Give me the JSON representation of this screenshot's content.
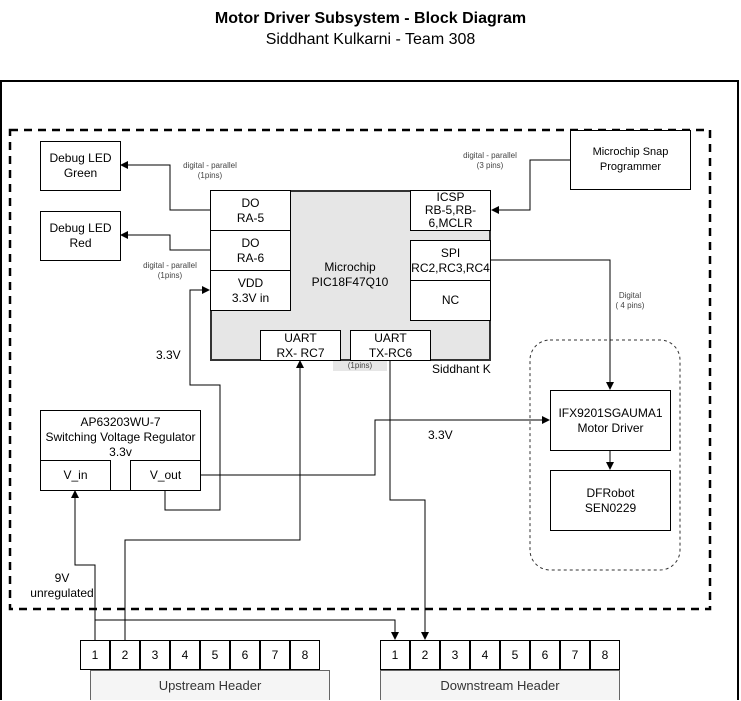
{
  "title": "Motor Driver Subsystem - Block Diagram",
  "subtitle": "Siddhant Kulkarni  - Team 308",
  "blocks": {
    "debug_led_green": "Debug LED\nGreen",
    "debug_led_red": "Debug LED\nRed",
    "snap_programmer": "Microchip Snap\nProgrammer",
    "regulator": "AP63203WU-7\nSwitching Voltage Regulator\n3.3v",
    "regulator_vin": "V_in",
    "regulator_vout": "V_out",
    "motor_driver": "IFX9201SGAUMA1\nMotor Driver",
    "sensor": "DFRobot\nSEN0229"
  },
  "mcu": {
    "name": "Microchip\nPIC18F47Q10",
    "pins": {
      "do_ra5": "DO\nRA-5",
      "do_ra6": "DO\nRA-6",
      "vdd": "VDD\n3.3V in",
      "icsp": "ICSP\nRB-5,RB-\n6,MCLR",
      "spi": "SPI\nRC2,RC3,RC4",
      "nc": "NC",
      "uart_rx": "UART\nRX- RC7",
      "uart_tx": "UART\nTX-RC6"
    },
    "owner": "Siddhant K"
  },
  "labels": {
    "green_link": "digital - parallel\n(1pins)",
    "red_link": "digital - parallel\n(1pins)",
    "icsp_link": "digital - parallel\n(3 pins)",
    "spi_link": "Digital\n( 4 pins)",
    "uart_link": "(1pins)",
    "vdd_33": "3.3V",
    "driver_33": "3.3V",
    "nine_v": "9V\nunregulated"
  },
  "upstream_header": {
    "label": "Upstream Header",
    "pins": [
      "1",
      "2",
      "3",
      "4",
      "5",
      "6",
      "7",
      "8"
    ]
  },
  "downstream_header": {
    "label": "Downstream Header",
    "pins": [
      "1",
      "2",
      "3",
      "4",
      "5",
      "6",
      "7",
      "8"
    ]
  }
}
